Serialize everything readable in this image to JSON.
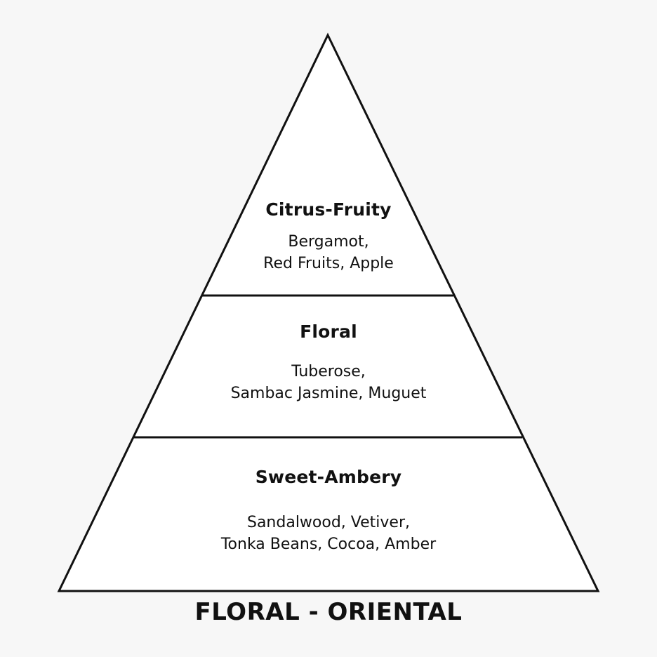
{
  "colors": {
    "background": "#f7f7f7",
    "fill": "#ffffff",
    "stroke": "#111111",
    "text": "#111111"
  },
  "pyramid": {
    "tiers": [
      {
        "title": "Citrus-Fruity",
        "notes": [
          "Bergamot,",
          "Red Fruits, Apple"
        ]
      },
      {
        "title": "Floral",
        "notes": [
          "Tuberose,",
          "Sambac Jasmine, Muguet"
        ]
      },
      {
        "title": "Sweet-Ambery",
        "notes": [
          "Sandalwood, Vetiver,",
          "Tonka Beans, Cocoa, Amber"
        ]
      }
    ]
  },
  "footer": {
    "label": "FLORAL - ORIENTAL"
  }
}
